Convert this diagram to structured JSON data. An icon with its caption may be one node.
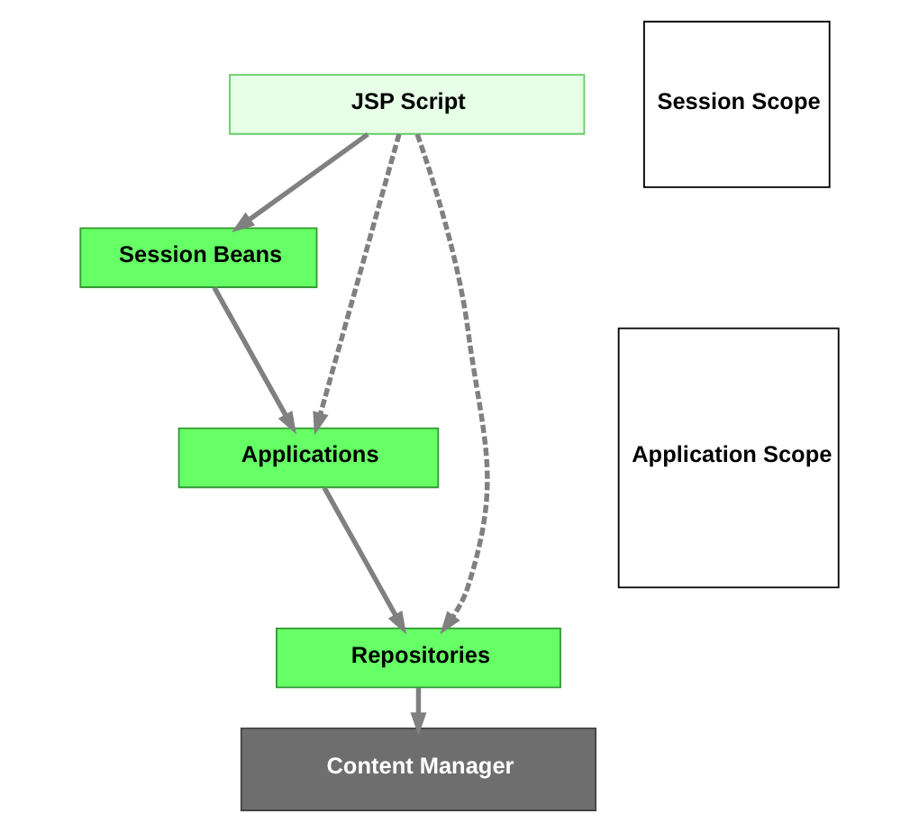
{
  "diagram": {
    "nodes": [
      {
        "text": [
          "JSP Script"
        ]
      },
      {
        "text": [
          "Session Beans"
        ]
      },
      {
        "text": [
          "Applications"
        ]
      },
      {
        "text": [
          "Repositories"
        ]
      },
      {
        "text": [
          "Content Manager"
        ]
      },
      {
        "text": [
          "Session Scope"
        ]
      },
      {
        "text": [
          "Application Scope"
        ]
      }
    ],
    "edges": [
      {
        "from": 0,
        "to": 1,
        "arrow": "to"
      },
      {
        "from": 1,
        "to": 2,
        "arrow": "to"
      },
      {
        "from": 2,
        "to": 3,
        "arrow": "to"
      },
      {
        "from": 3,
        "to": 4,
        "arrow": "to"
      },
      {
        "from": 0,
        "to": 2,
        "arrow": "to",
        "style": "dashed"
      },
      {
        "from": 0,
        "to": 3,
        "arrow": "to",
        "style": "dashed"
      }
    ]
  }
}
